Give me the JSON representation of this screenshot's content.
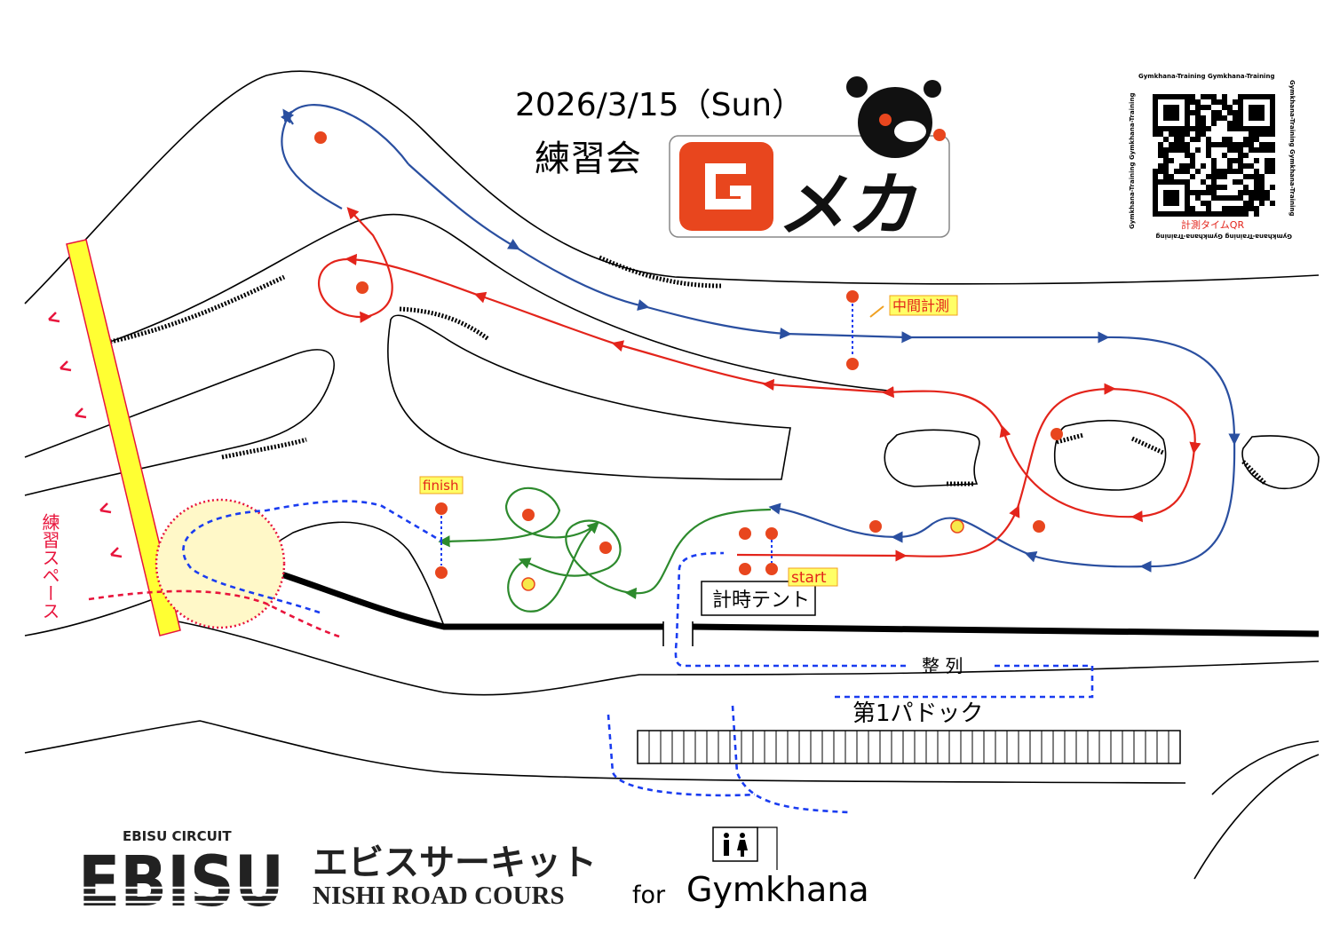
{
  "header": {
    "date": "2026/3/15（Sun）",
    "event": "練習会",
    "logo_text": "Gメカ"
  },
  "qr": {
    "caption": "計測タイムQR",
    "border_text": "Gymkhana-Training  Gymkhana-Training"
  },
  "course": {
    "midpoint_label": "中間計測",
    "finish_label": "finish",
    "start_label": "start",
    "timing_tent": "計時テント",
    "lineup": "整 列",
    "paddock": "第1パドック",
    "practice_space": "練習スペース"
  },
  "footer": {
    "circuit_small": "EBISU CIRCUIT",
    "circuit_logo": "EBISU",
    "circuit_kana": "エビスサーキット",
    "course_name": "NISHI ROAD COURS",
    "for": "for",
    "purpose": "Gymkhana"
  },
  "colors": {
    "blue_route": "#2a4fa0",
    "red_route": "#e3241b",
    "green_route": "#2d8a2d",
    "cone": "#e8461e",
    "highlight": "#ffff33"
  }
}
